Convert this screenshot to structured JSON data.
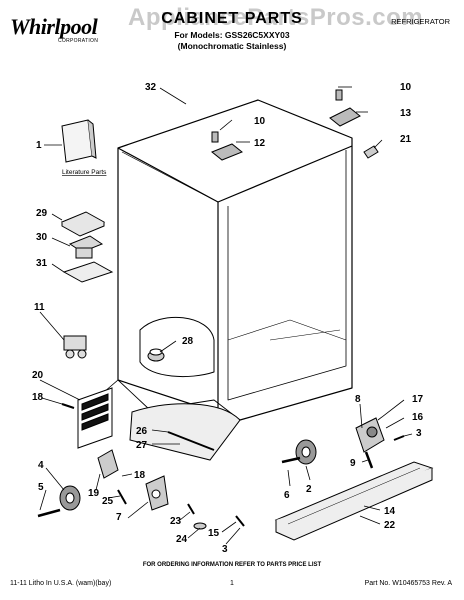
{
  "header": {
    "brand": "Whirlpool",
    "brand_sub": "CORPORATION",
    "watermark": "AppliancePartsPros.com",
    "title": "CABINET PARTS",
    "models_line": "For Models: GSS26C5XXY03",
    "variant_line": "(Monochromatic Stainless)",
    "category": "REFRIGERATOR"
  },
  "literature_label": "Literature Parts",
  "callouts": [
    "32",
    "10",
    "13",
    "10",
    "12",
    "1",
    "21",
    "29",
    "30",
    "31",
    "11",
    "28",
    "20",
    "18",
    "8",
    "17",
    "16",
    "3",
    "26",
    "27",
    "9",
    "4",
    "18",
    "5",
    "19",
    "25",
    "2",
    "7",
    "23",
    "6",
    "24",
    "14",
    "15",
    "22",
    "3"
  ],
  "footer": {
    "note": "FOR ORDERING INFORMATION REFER TO PARTS PRICE LIST",
    "left": "11-11 Litho In U.S.A. (wam)(bay)",
    "page": "1",
    "right": "Part No. W10465753 Rev. A"
  }
}
